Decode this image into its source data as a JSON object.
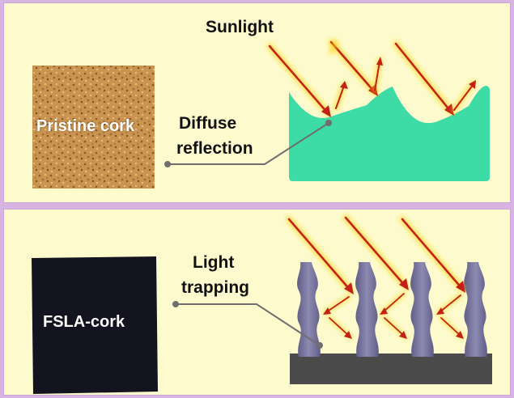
{
  "top_panel": {
    "sunlight_label": "Sunlight",
    "sample_label": "Pristine cork",
    "mechanism_line1": "Diffuse",
    "mechanism_line2": "reflection",
    "colors": {
      "surface": "#3ddba6",
      "cork": "#c8924f",
      "panel_bg": "#fdfbcd"
    }
  },
  "bottom_panel": {
    "sample_label": "FSLA-cork",
    "mechanism_line1": "Light",
    "mechanism_line2": "trapping",
    "colors": {
      "pillars": "#7a77a0",
      "base": "#4b4b4b",
      "sample": "#141320"
    }
  },
  "colors": {
    "border": "#d8b4e2",
    "ray": "#c32018",
    "ray_glow": "#ffd21e",
    "leader": "#6f6f6f"
  }
}
